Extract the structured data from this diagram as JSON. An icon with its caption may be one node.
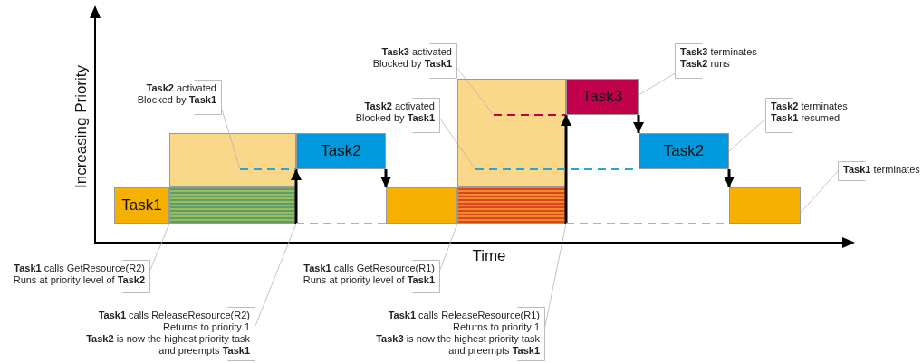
{
  "diagram": {
    "nodes": [
      {
        "text": [
          "Task1"
        ]
      },
      {
        "text": [],
        "shape": "bar"
      },
      {
        "text": [],
        "shape": "bar"
      },
      {
        "text": [
          "Task2"
        ]
      },
      {
        "text": [],
        "shape": "bar"
      },
      {
        "text": [],
        "shape": "bar"
      },
      {
        "text": [],
        "shape": "bar"
      },
      {
        "text": [
          "Task3"
        ]
      },
      {
        "text": [
          "Task2"
        ]
      },
      {
        "text": [],
        "shape": "bar"
      },
      {
        "text": [
          "**Task2** activated",
          "Blocked by **Task1**"
        ]
      },
      {
        "text": [
          "**Task2** activated",
          "Blocked by **Task1**"
        ]
      },
      {
        "text": [
          "**Task3** activated",
          "Blocked by **Task1**"
        ]
      },
      {
        "text": [
          "**Task3** terminates",
          "**Task2** runs"
        ]
      },
      {
        "text": [
          "**Task2** terminates",
          "**Task1** resumed"
        ]
      },
      {
        "text": [
          "**Task1** terminates"
        ]
      },
      {
        "text": [
          "**Task1** calls GetResource(R2)",
          "Runs at priority level of **Task2**"
        ]
      },
      {
        "text": [
          "**Task1** calls ReleaseResource(R2)",
          "Returns to priority 1",
          "**Task2** is now the highest priority task and preempts **Task1**"
        ]
      },
      {
        "text": [
          "**Task1** calls GetResource(R1)",
          "Runs at priority level of **Task1**"
        ]
      },
      {
        "text": [
          "**Task1** calls ReleaseResource(R1)",
          "Returns to priority 1",
          "**Task3** is now the highest priority task and preempts **Task1**"
        ]
      }
    ],
    "edges": [
      {
        "from": 1,
        "to": 3,
        "arrow": "to",
        "style": "thick",
        "color": "#000000"
      },
      {
        "from": 3,
        "to": 4,
        "arrow": "to",
        "style": "thick",
        "color": "#000000"
      },
      {
        "from": 5,
        "to": 7,
        "arrow": "to",
        "style": "thick",
        "color": "#000000"
      },
      {
        "from": 7,
        "to": 8,
        "arrow": "to",
        "style": "thick",
        "color": "#000000"
      },
      {
        "from": 8,
        "to": 9,
        "arrow": "to",
        "style": "thick",
        "color": "#000000"
      },
      {
        "from": 10,
        "to": 2,
        "arrow": "none"
      },
      {
        "from": 11,
        "to": 6,
        "arrow": "none"
      },
      {
        "from": 12,
        "to": 6,
        "arrow": "none"
      },
      {
        "from": 13,
        "to": 7,
        "arrow": "none"
      },
      {
        "from": 14,
        "to": 8,
        "arrow": "none"
      },
      {
        "from": 15,
        "to": 9,
        "arrow": "none"
      },
      {
        "from": 16,
        "to": 1,
        "arrow": "none"
      },
      {
        "from": 17,
        "to": 1,
        "arrow": "none"
      },
      {
        "from": 18,
        "to": 5,
        "arrow": "none"
      },
      {
        "from": 19,
        "to": 5,
        "arrow": "none"
      },
      {
        "from": 2,
        "to": 3,
        "arrow": "none",
        "style": "dashed",
        "color": "#2aa3d8"
      },
      {
        "from": 1,
        "to": 4,
        "arrow": "none",
        "style": "dashed",
        "color": "#f5b000"
      },
      {
        "from": 6,
        "to": 8,
        "arrow": "none",
        "style": "dashed",
        "color": "#2aa3d8"
      },
      {
        "from": 6,
        "to": 7,
        "arrow": "none",
        "style": "dashed",
        "color": "#c0004b"
      },
      {
        "from": 5,
        "to": 9,
        "arrow": "none",
        "style": "dashed",
        "color": "#f5b000"
      }
    ],
    "labels": [
      "Increasing Priority",
      "Time"
    ]
  }
}
